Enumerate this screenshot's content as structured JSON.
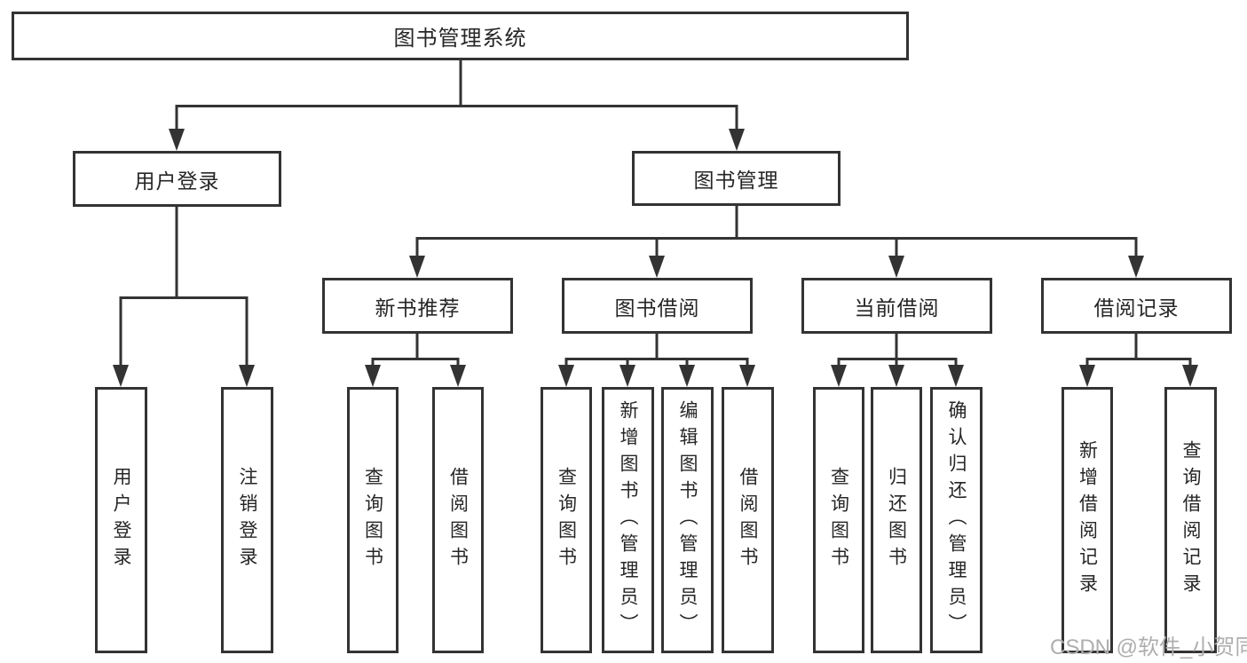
{
  "diagram": {
    "title": "图书管理系统",
    "type": "hierarchy-tree",
    "colors": {
      "line": "#333333",
      "text": "#262626",
      "box_fill": "#ffffff",
      "watermark": "#aeaeae"
    },
    "root": {
      "label": "图书管理系统"
    },
    "level2": [
      {
        "id": "user-login",
        "label": "用户登录",
        "parent": "root"
      },
      {
        "id": "book-management",
        "label": "图书管理",
        "parent": "root"
      }
    ],
    "level3": [
      {
        "id": "new-book-recommend",
        "label": "新书推荐",
        "parent": "book-management"
      },
      {
        "id": "book-borrow",
        "label": "图书借阅",
        "parent": "book-management"
      },
      {
        "id": "current-borrow",
        "label": "当前借阅",
        "parent": "book-management"
      },
      {
        "id": "borrow-records",
        "label": "借阅记录",
        "parent": "book-management"
      }
    ],
    "leaves": [
      {
        "label": "用户登录",
        "parent": "user-login"
      },
      {
        "label": "注销登录",
        "parent": "user-login"
      },
      {
        "label": "查询图书",
        "parent": "new-book-recommend"
      },
      {
        "label": "借阅图书",
        "parent": "new-book-recommend"
      },
      {
        "label": "查询图书",
        "parent": "book-borrow"
      },
      {
        "label": "新增图书（管理员）",
        "parent": "book-borrow"
      },
      {
        "label": "编辑图书（管理员）",
        "parent": "book-borrow"
      },
      {
        "label": "借阅图书",
        "parent": "book-borrow"
      },
      {
        "label": "查询图书",
        "parent": "current-borrow"
      },
      {
        "label": "归还图书",
        "parent": "current-borrow"
      },
      {
        "label": "确认归还（管理员）",
        "parent": "current-borrow"
      },
      {
        "label": "新增借阅记录",
        "parent": "borrow-records"
      },
      {
        "label": "查询借阅记录",
        "parent": "borrow-records"
      }
    ],
    "watermark": {
      "text": "CSDN @软件_小贺同学"
    }
  }
}
